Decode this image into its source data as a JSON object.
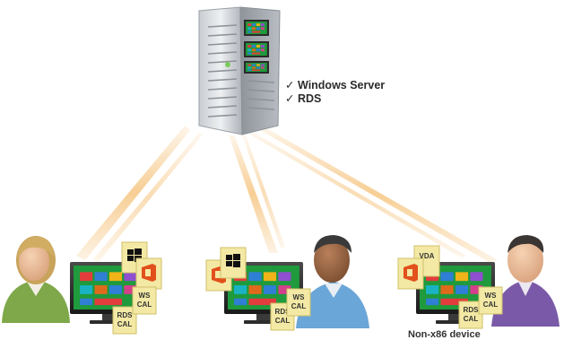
{
  "server": {
    "features": [
      {
        "check": "✓",
        "label": "Windows Server"
      },
      {
        "check": "✓",
        "label": "RDS"
      }
    ]
  },
  "clients": [
    {
      "badges": [
        "windows-logo",
        "office-logo"
      ],
      "licenses": [
        {
          "line1": "WS",
          "line2": "CAL"
        },
        {
          "line1": "RDS",
          "line2": "CAL"
        }
      ],
      "caption": ""
    },
    {
      "badges": [
        "office-logo",
        "windows-logo"
      ],
      "licenses": [
        {
          "line1": "WS",
          "line2": "CAL"
        },
        {
          "line1": "RDS",
          "line2": "CAL"
        }
      ],
      "caption": ""
    },
    {
      "badges": [
        "vda-doc",
        "office-logo"
      ],
      "vda_label": "VDA",
      "licenses": [
        {
          "line1": "WS",
          "line2": "CAL"
        },
        {
          "line1": "RDS",
          "line2": "CAL"
        }
      ],
      "caption": "Non-x86 device"
    }
  ],
  "colors": {
    "beam": "#f5c27a",
    "office": "#e2501b",
    "doc": "#f3e9a4",
    "doc_border": "#cfc06a",
    "screen_frame": "#2f2f2f",
    "screen_green": "#1f9a3c",
    "person_green": "#7ea84a",
    "person_blue": "#6aa6d8",
    "person_purple": "#7a5aa8"
  }
}
